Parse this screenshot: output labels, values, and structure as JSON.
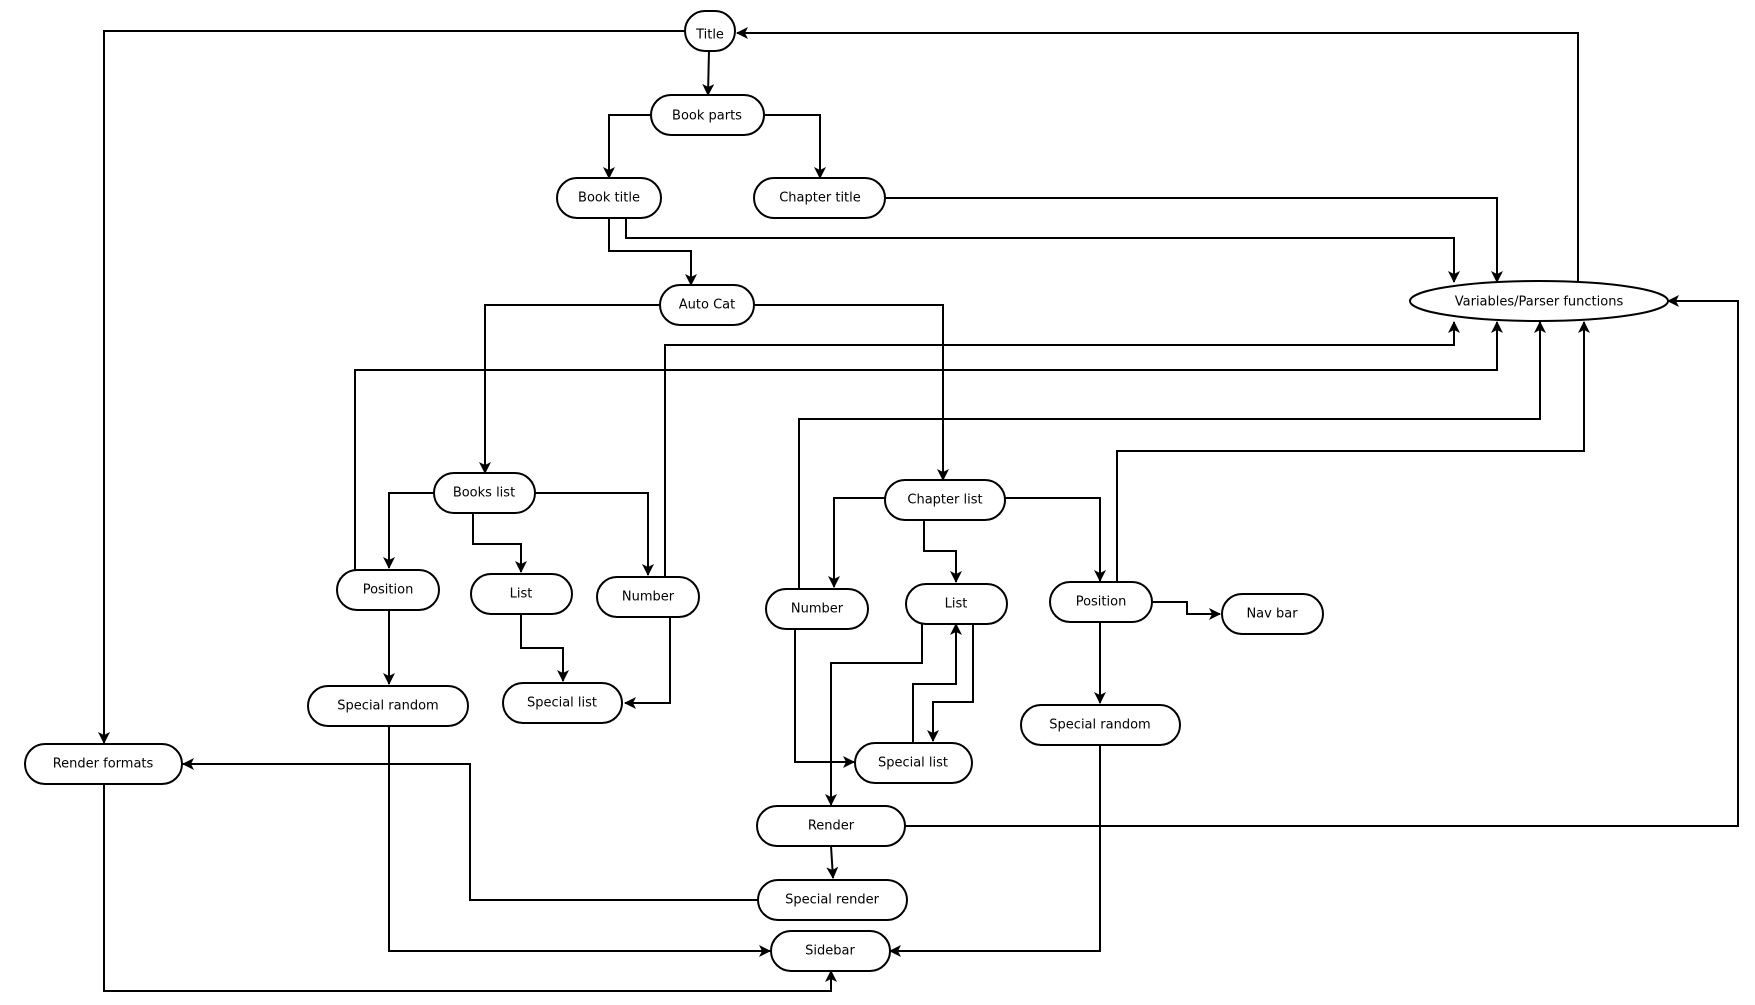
{
  "nodes": {
    "title": "Title",
    "book_parts": "Book parts",
    "book_title": "Book title",
    "chapter_title": "Chapter title",
    "variables": "Variables/Parser functions",
    "auto_cat": "Auto Cat",
    "books_list": "Books list",
    "bl_position": "Position",
    "bl_list": "List",
    "bl_number": "Number",
    "bl_special_random": "Special random",
    "bl_special_list": "Special list",
    "chapter_list": "Chapter list",
    "cl_number": "Number",
    "cl_list": "List",
    "cl_position": "Position",
    "nav_bar": "Nav bar",
    "cl_special_random": "Special random",
    "cl_special_list": "Special list",
    "render_formats": "Render formats",
    "render": "Render",
    "special_render": "Special render",
    "sidebar": "Sidebar"
  },
  "edges": [
    [
      "title",
      "book_parts"
    ],
    [
      "title",
      "render_formats"
    ],
    [
      "book_parts",
      "book_title"
    ],
    [
      "book_parts",
      "chapter_title"
    ],
    [
      "book_title",
      "auto_cat"
    ],
    [
      "book_title",
      "variables"
    ],
    [
      "chapter_title",
      "variables"
    ],
    [
      "variables",
      "title"
    ],
    [
      "auto_cat",
      "books_list"
    ],
    [
      "auto_cat",
      "chapter_list"
    ],
    [
      "books_list",
      "bl_position"
    ],
    [
      "books_list",
      "bl_list"
    ],
    [
      "books_list",
      "bl_number"
    ],
    [
      "bl_position",
      "variables"
    ],
    [
      "bl_number",
      "variables"
    ],
    [
      "bl_position",
      "bl_special_random"
    ],
    [
      "bl_list",
      "bl_special_list"
    ],
    [
      "bl_number",
      "bl_special_list"
    ],
    [
      "bl_special_random",
      "sidebar"
    ],
    [
      "chapter_list",
      "cl_number"
    ],
    [
      "chapter_list",
      "cl_list"
    ],
    [
      "chapter_list",
      "cl_position"
    ],
    [
      "cl_number",
      "variables"
    ],
    [
      "cl_position",
      "variables"
    ],
    [
      "cl_position",
      "nav_bar"
    ],
    [
      "cl_position",
      "cl_special_random"
    ],
    [
      "cl_number",
      "cl_special_list"
    ],
    [
      "cl_list",
      "cl_special_list"
    ],
    [
      "cl_special_list",
      "cl_list"
    ],
    [
      "cl_list",
      "render"
    ],
    [
      "cl_special_random",
      "sidebar"
    ],
    [
      "render",
      "special_render"
    ],
    [
      "render",
      "variables"
    ],
    [
      "special_render",
      "render_formats"
    ],
    [
      "render_formats",
      "sidebar"
    ]
  ]
}
